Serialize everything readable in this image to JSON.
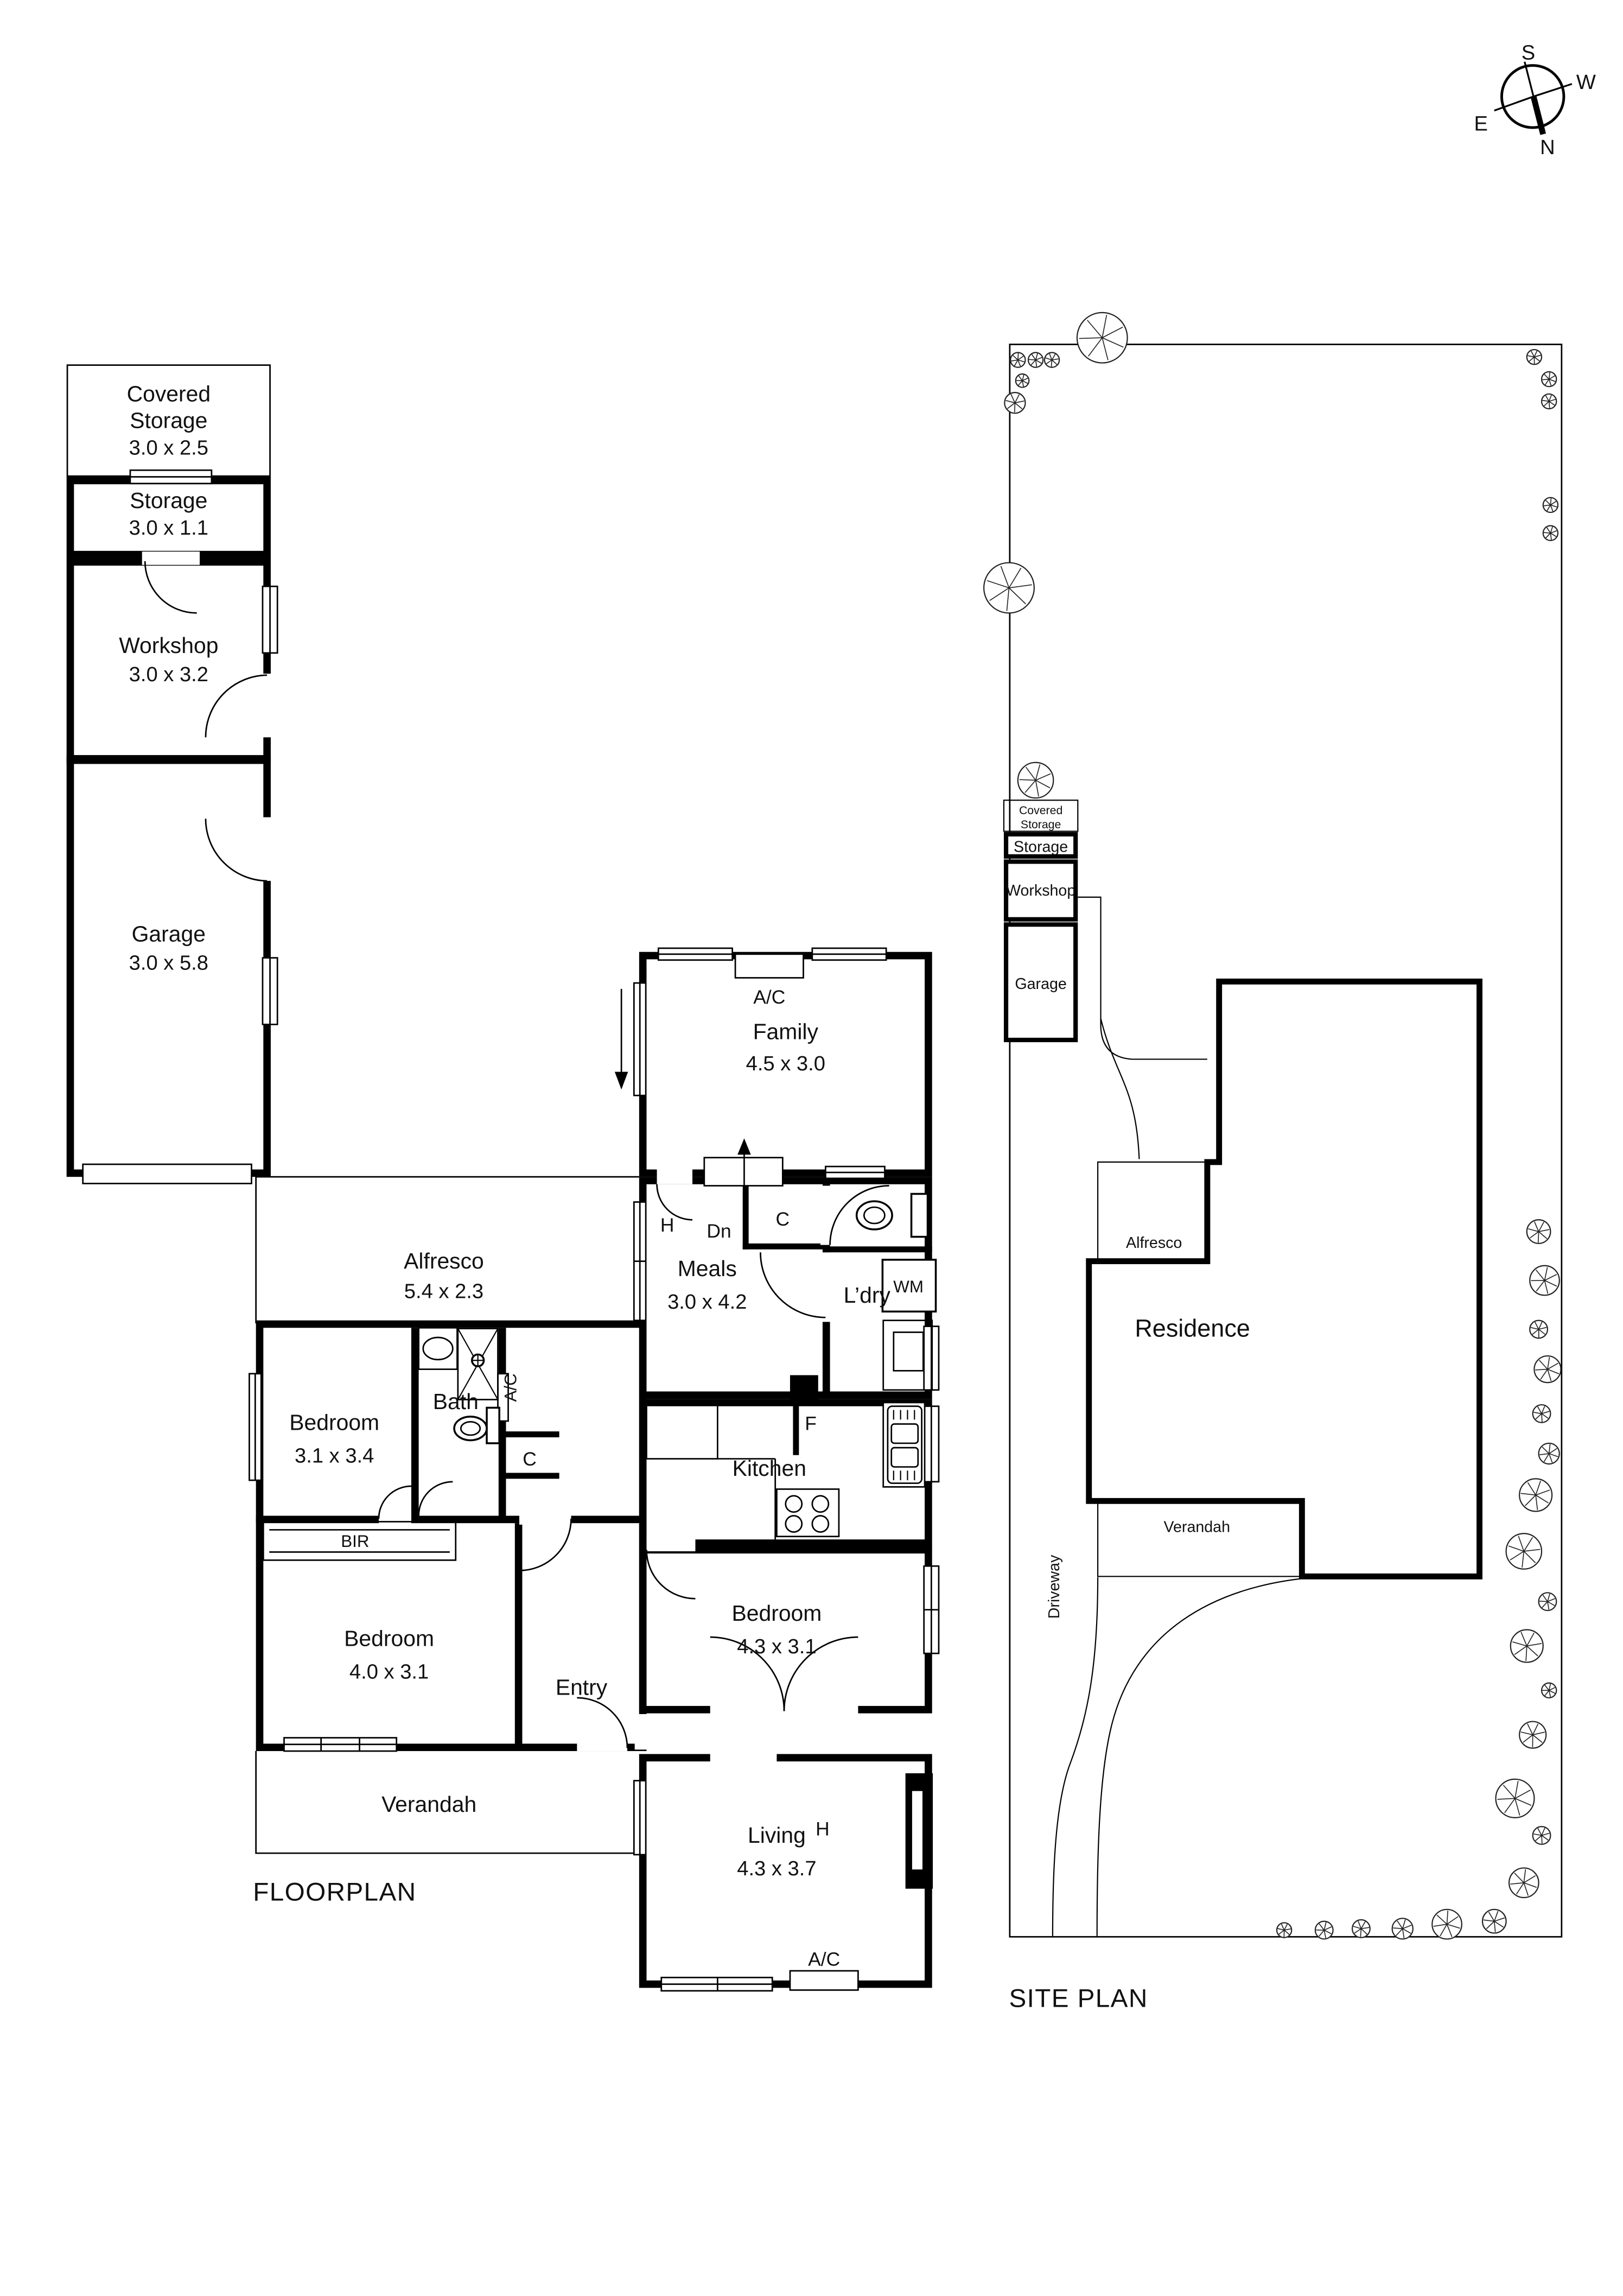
{
  "floorplan": {
    "title": "FLOORPLAN",
    "rooms": {
      "covered_storage": {
        "line1": "Covered",
        "line2": "Storage",
        "dims": "3.0 x 2.5"
      },
      "storage": {
        "name": "Storage",
        "dims": "3.0 x 1.1"
      },
      "workshop": {
        "name": "Workshop",
        "dims": "3.0 x 3.2"
      },
      "garage": {
        "name": "Garage",
        "dims": "3.0 x 5.8"
      },
      "family": {
        "name": "Family",
        "dims": "4.5 x 3.0"
      },
      "alfresco": {
        "name": "Alfresco",
        "dims": "5.4 x 2.3"
      },
      "meals": {
        "name": "Meals",
        "dims": "3.0 x 4.2"
      },
      "laundry": {
        "name": "L’dry"
      },
      "bath": {
        "name": "Bath"
      },
      "kitchen": {
        "name": "Kitchen"
      },
      "bedroom1": {
        "name": "Bedroom",
        "dims": "3.1 x 3.4"
      },
      "bedroom2": {
        "name": "Bedroom",
        "dims": "4.3 x 3.1"
      },
      "bedroom3": {
        "name": "Bedroom",
        "dims": "4.0 x 3.1"
      },
      "living": {
        "name": "Living",
        "dims": "4.3 x 3.7"
      },
      "entry": {
        "name": "Entry"
      },
      "verandah": {
        "name": "Verandah"
      }
    },
    "markers": {
      "ac": "A/C",
      "wm": "WM",
      "dn": "Dn",
      "h": "H",
      "c": "C",
      "f": "F",
      "bir": "BIR"
    }
  },
  "site_plan": {
    "title": "SITE PLAN",
    "labels": {
      "covered_storage_1": "Covered",
      "covered_storage_2": "Storage",
      "storage": "Storage",
      "workshop": "Workshop",
      "garage": "Garage",
      "alfresco": "Alfresco",
      "residence": "Residence",
      "verandah": "Verandah",
      "driveway": "Driveway"
    }
  },
  "compass": {
    "n": "N",
    "s": "S",
    "e": "E",
    "w": "W"
  }
}
